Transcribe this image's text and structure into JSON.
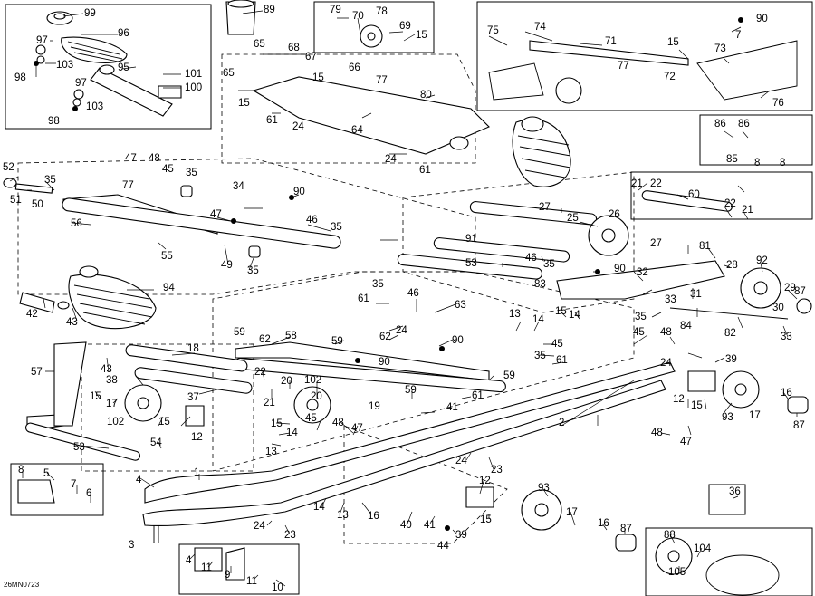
{
  "diagram_code": "26MN0723",
  "callouts": [
    {
      "id": "c-99",
      "text": "99"
    },
    {
      "id": "c-96",
      "text": "96"
    },
    {
      "id": "c-97a",
      "text": "97"
    },
    {
      "id": "c-103a",
      "text": "103"
    },
    {
      "id": "c-98a",
      "text": "98"
    },
    {
      "id": "c-95",
      "text": "95"
    },
    {
      "id": "c-101",
      "text": "101"
    },
    {
      "id": "c-100",
      "text": "100"
    },
    {
      "id": "c-97b",
      "text": "97"
    },
    {
      "id": "c-103b",
      "text": "103"
    },
    {
      "id": "c-98b",
      "text": "98"
    },
    {
      "id": "c-89",
      "text": "89"
    },
    {
      "id": "c-79",
      "text": "79"
    },
    {
      "id": "c-70",
      "text": "70"
    },
    {
      "id": "c-78",
      "text": "78"
    },
    {
      "id": "c-69",
      "text": "69"
    },
    {
      "id": "c-15a",
      "text": "15"
    },
    {
      "id": "c-65a",
      "text": "65"
    },
    {
      "id": "c-68",
      "text": "68"
    },
    {
      "id": "c-67",
      "text": "67"
    },
    {
      "id": "c-66",
      "text": "66"
    },
    {
      "id": "c-65b",
      "text": "65"
    },
    {
      "id": "c-15b",
      "text": "15"
    },
    {
      "id": "c-77a",
      "text": "77"
    },
    {
      "id": "c-15c",
      "text": "15"
    },
    {
      "id": "c-80",
      "text": "80"
    },
    {
      "id": "c-61a",
      "text": "61"
    },
    {
      "id": "c-24a",
      "text": "24"
    },
    {
      "id": "c-64",
      "text": "64"
    },
    {
      "id": "c-24b",
      "text": "24"
    },
    {
      "id": "c-61b",
      "text": "61"
    },
    {
      "id": "c-75",
      "text": "75"
    },
    {
      "id": "c-74",
      "text": "74"
    },
    {
      "id": "c-71",
      "text": "71"
    },
    {
      "id": "c-15d",
      "text": "15"
    },
    {
      "id": "c-90a",
      "text": "90"
    },
    {
      "id": "c-7a",
      "text": "7"
    },
    {
      "id": "c-73",
      "text": "73"
    },
    {
      "id": "c-77b",
      "text": "77"
    },
    {
      "id": "c-72",
      "text": "72"
    },
    {
      "id": "c-76",
      "text": "76"
    },
    {
      "id": "c-86a",
      "text": "86"
    },
    {
      "id": "c-86b",
      "text": "86"
    },
    {
      "id": "c-85",
      "text": "85"
    },
    {
      "id": "c-8a",
      "text": "8"
    },
    {
      "id": "c-8b",
      "text": "8"
    },
    {
      "id": "c-52",
      "text": "52"
    },
    {
      "id": "c-35a",
      "text": "35"
    },
    {
      "id": "c-51",
      "text": "51"
    },
    {
      "id": "c-50",
      "text": "50"
    },
    {
      "id": "c-47a",
      "text": "47"
    },
    {
      "id": "c-48a",
      "text": "48"
    },
    {
      "id": "c-45a",
      "text": "45"
    },
    {
      "id": "c-35b",
      "text": "35"
    },
    {
      "id": "c-77c",
      "text": "77"
    },
    {
      "id": "c-34",
      "text": "34"
    },
    {
      "id": "c-90b",
      "text": "90"
    },
    {
      "id": "c-47b",
      "text": "47"
    },
    {
      "id": "c-56",
      "text": "56"
    },
    {
      "id": "c-46a",
      "text": "46"
    },
    {
      "id": "c-35c",
      "text": "35"
    },
    {
      "id": "c-55",
      "text": "55"
    },
    {
      "id": "c-49",
      "text": "49"
    },
    {
      "id": "c-35d",
      "text": "35"
    },
    {
      "id": "c-94",
      "text": "94"
    },
    {
      "id": "c-42",
      "text": "42"
    },
    {
      "id": "c-43a",
      "text": "43"
    },
    {
      "id": "c-21a",
      "text": "21"
    },
    {
      "id": "c-22a",
      "text": "22"
    },
    {
      "id": "c-60",
      "text": "60"
    },
    {
      "id": "c-22b",
      "text": "22"
    },
    {
      "id": "c-21b",
      "text": "21"
    },
    {
      "id": "c-27a",
      "text": "27"
    },
    {
      "id": "c-25",
      "text": "25"
    },
    {
      "id": "c-26",
      "text": "26"
    },
    {
      "id": "c-27b",
      "text": "27"
    },
    {
      "id": "c-91",
      "text": "91"
    },
    {
      "id": "c-53a",
      "text": "53"
    },
    {
      "id": "c-46b",
      "text": "46"
    },
    {
      "id": "c-35e",
      "text": "35"
    },
    {
      "id": "c-90c",
      "text": "90"
    },
    {
      "id": "c-81",
      "text": "81"
    },
    {
      "id": "c-28",
      "text": "28"
    },
    {
      "id": "c-92",
      "text": "92"
    },
    {
      "id": "c-32",
      "text": "32"
    },
    {
      "id": "c-83",
      "text": "83"
    },
    {
      "id": "c-29",
      "text": "29"
    },
    {
      "id": "c-31",
      "text": "31"
    },
    {
      "id": "c-30",
      "text": "30"
    },
    {
      "id": "c-87a",
      "text": "87"
    },
    {
      "id": "c-35f",
      "text": "35"
    },
    {
      "id": "c-61c",
      "text": "61"
    },
    {
      "id": "c-46c",
      "text": "46"
    },
    {
      "id": "c-63",
      "text": "63"
    },
    {
      "id": "c-33a",
      "text": "33"
    },
    {
      "id": "c-84",
      "text": "84"
    },
    {
      "id": "c-82",
      "text": "82"
    },
    {
      "id": "c-33b",
      "text": "33"
    },
    {
      "id": "c-13a",
      "text": "13"
    },
    {
      "id": "c-14a",
      "text": "14"
    },
    {
      "id": "c-15e",
      "text": "15"
    },
    {
      "id": "c-14b",
      "text": "14"
    },
    {
      "id": "c-35g",
      "text": "35"
    },
    {
      "id": "c-24c",
      "text": "24"
    },
    {
      "id": "c-18",
      "text": "18"
    },
    {
      "id": "c-59a",
      "text": "59"
    },
    {
      "id": "c-62a",
      "text": "62"
    },
    {
      "id": "c-58",
      "text": "58"
    },
    {
      "id": "c-59b",
      "text": "59"
    },
    {
      "id": "c-62b",
      "text": "62"
    },
    {
      "id": "c-90d",
      "text": "90"
    },
    {
      "id": "c-90e",
      "text": "90"
    },
    {
      "id": "c-45b",
      "text": "45"
    },
    {
      "id": "c-35h",
      "text": "35"
    },
    {
      "id": "c-61d",
      "text": "61"
    },
    {
      "id": "c-59c",
      "text": "59"
    },
    {
      "id": "c-45c",
      "text": "45"
    },
    {
      "id": "c-48b",
      "text": "48"
    },
    {
      "id": "c-24d",
      "text": "24"
    },
    {
      "id": "c-39a",
      "text": "39"
    },
    {
      "id": "c-57",
      "text": "57"
    },
    {
      "id": "c-43b",
      "text": "43"
    },
    {
      "id": "c-38",
      "text": "38"
    },
    {
      "id": "c-22c",
      "text": "22"
    },
    {
      "id": "c-20a",
      "text": "20"
    },
    {
      "id": "c-21c",
      "text": "21"
    },
    {
      "id": "c-102a",
      "text": "102"
    },
    {
      "id": "c-20b",
      "text": "20"
    },
    {
      "id": "c-59d",
      "text": "59"
    },
    {
      "id": "c-15f",
      "text": "15"
    },
    {
      "id": "c-17a",
      "text": "17"
    },
    {
      "id": "c-37",
      "text": "37"
    },
    {
      "id": "c-19",
      "text": "19"
    },
    {
      "id": "c-61e",
      "text": "61"
    },
    {
      "id": "c-41a",
      "text": "41"
    },
    {
      "id": "c-12a",
      "text": "12"
    },
    {
      "id": "c-15g",
      "text": "15"
    },
    {
      "id": "c-16a",
      "text": "16"
    },
    {
      "id": "c-102b",
      "text": "102"
    },
    {
      "id": "c-15h",
      "text": "15"
    },
    {
      "id": "c-12b",
      "text": "12"
    },
    {
      "id": "c-45d",
      "text": "45"
    },
    {
      "id": "c-15i",
      "text": "15"
    },
    {
      "id": "c-14c",
      "text": "14"
    },
    {
      "id": "c-13b",
      "text": "13"
    },
    {
      "id": "c-48c",
      "text": "48"
    },
    {
      "id": "c-47c",
      "text": "47"
    },
    {
      "id": "c-2",
      "text": "2"
    },
    {
      "id": "c-93a",
      "text": "93"
    },
    {
      "id": "c-17b",
      "text": "17"
    },
    {
      "id": "c-87b",
      "text": "87"
    },
    {
      "id": "c-48d",
      "text": "48"
    },
    {
      "id": "c-47d",
      "text": "47"
    },
    {
      "id": "c-53b",
      "text": "53"
    },
    {
      "id": "c-54",
      "text": "54"
    },
    {
      "id": "c-8c",
      "text": "8"
    },
    {
      "id": "c-5",
      "text": "5"
    },
    {
      "id": "c-7b",
      "text": "7"
    },
    {
      "id": "c-6",
      "text": "6"
    },
    {
      "id": "c-4a",
      "text": "4"
    },
    {
      "id": "c-1",
      "text": "1"
    },
    {
      "id": "c-24e",
      "text": "24"
    },
    {
      "id": "c-23a",
      "text": "23"
    },
    {
      "id": "c-12c",
      "text": "12"
    },
    {
      "id": "c-14d",
      "text": "14"
    },
    {
      "id": "c-13c",
      "text": "13"
    },
    {
      "id": "c-16b",
      "text": "16"
    },
    {
      "id": "c-40",
      "text": "40"
    },
    {
      "id": "c-41b",
      "text": "41"
    },
    {
      "id": "c-39b",
      "text": "39"
    },
    {
      "id": "c-15j",
      "text": "15"
    },
    {
      "id": "c-93b",
      "text": "93"
    },
    {
      "id": "c-17c",
      "text": "17"
    },
    {
      "id": "c-16c",
      "text": "16"
    },
    {
      "id": "c-87c",
      "text": "87"
    },
    {
      "id": "c-24f",
      "text": "24"
    },
    {
      "id": "c-23b",
      "text": "23"
    },
    {
      "id": "c-44",
      "text": "44"
    },
    {
      "id": "c-3",
      "text": "3"
    },
    {
      "id": "c-36",
      "text": "36"
    },
    {
      "id": "c-88",
      "text": "88"
    },
    {
      "id": "c-104",
      "text": "104"
    },
    {
      "id": "c-105",
      "text": "105"
    },
    {
      "id": "c-4b",
      "text": "4"
    },
    {
      "id": "c-11a",
      "text": "11"
    },
    {
      "id": "c-9",
      "text": "9"
    },
    {
      "id": "c-11b",
      "text": "11"
    },
    {
      "id": "c-10",
      "text": "10"
    }
  ]
}
